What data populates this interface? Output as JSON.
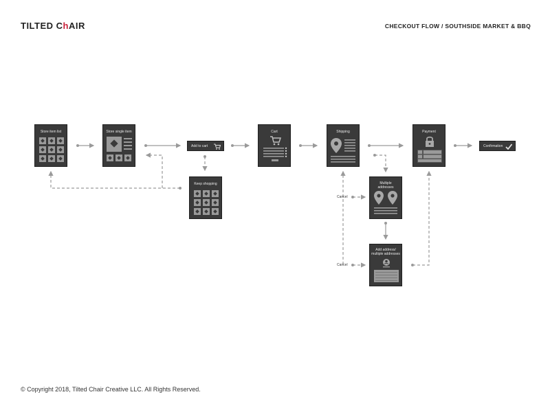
{
  "header": {
    "logo_prefix": "TILTED C",
    "logo_accent": "h",
    "logo_suffix": "AIR",
    "title": "CHECKOUT FLOW / SOUTHSIDE MARKET & BBQ"
  },
  "nodes": {
    "store_item_list": "Store item list",
    "store_single_item": "Store single item",
    "add_to_cart": "Add to cart",
    "keep_shopping": "Keep shopping",
    "cart": "Cart",
    "shipping": "Shipping",
    "multiple_addresses": "Multiple addresses",
    "add_address": "Add address/ multiple addresses",
    "payment": "Payment",
    "confirmation": "Confirmation"
  },
  "cancel_labels": [
    "Cancel",
    "Cancel"
  ],
  "footer": {
    "copyright": "© Copyright 2018, Tilted Chair Creative LLC. All Rights Reserved."
  },
  "colors": {
    "node_fill": "#3a3a3a",
    "connector": "#9a9a9a",
    "accent": "#c8203a"
  }
}
